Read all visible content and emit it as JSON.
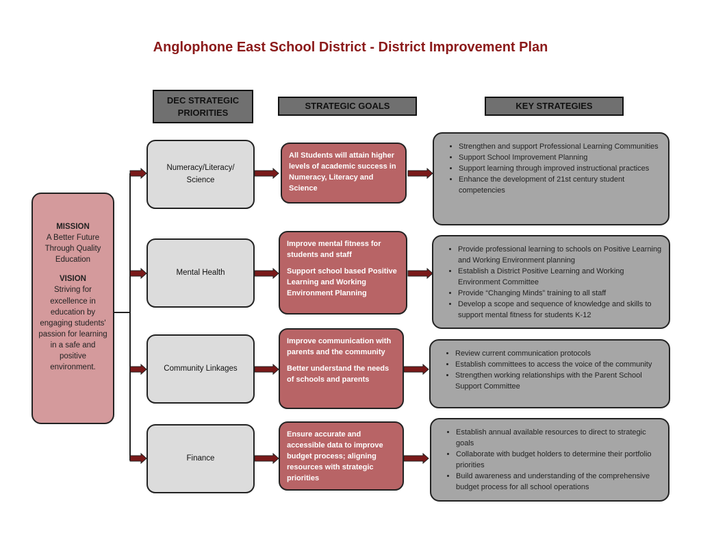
{
  "title": "Anglophone East School District - District Improvement Plan",
  "headers": {
    "priorities": "DEC STRATEGIC PRIORITIES",
    "goals": "STRATEGIC GOALS",
    "strategies": "KEY STRATEGIES"
  },
  "mission": {
    "mission_label": "MISSION",
    "mission_text": "A Better Future Through Quality Education",
    "vision_label": "VISION",
    "vision_text": "Striving for excellence in education by engaging students' passion for learning in a safe and positive environment."
  },
  "rows": [
    {
      "priority": "Numeracy/Literacy/ Science",
      "goals": [
        "All Students will attain higher levels of academic success in Numeracy, Literacy and Science"
      ],
      "strategies": [
        "Strengthen and support Professional Learning Communities",
        "Support School Improvement Planning",
        "Support learning through improved instructional practices",
        "Enhance the development of 21st century student competencies"
      ]
    },
    {
      "priority": "Mental Health",
      "goals": [
        "Improve mental fitness for students and staff",
        "Support school based Positive Learning and Working Environment Planning"
      ],
      "strategies": [
        "Provide professional learning to schools on Positive Learning and Working Environment planning",
        "Establish a District Positive Learning and Working Environment Committee",
        "Provide “Changing Minds” training to all staff",
        "Develop a scope and sequence of knowledge and skills to support mental fitness for students K-12"
      ]
    },
    {
      "priority": "Community Linkages",
      "goals": [
        "Improve communication with parents and the community",
        "Better understand the needs of schools and parents"
      ],
      "strategies": [
        "Review current communication protocols",
        "Establish committees to access the voice of the community",
        "Strengthen working relationships with the Parent School Support Committee"
      ]
    },
    {
      "priority": "Finance",
      "goals": [
        "Ensure accurate and accessible data to improve budget process; aligning resources with strategic priorities"
      ],
      "strategies": [
        "Establish annual available resources to direct to strategic goals",
        "Collaborate with budget holders to determine their portfolio  priorities",
        "Build awareness and understanding of the comprehensive budget process for all school operations"
      ]
    }
  ]
}
